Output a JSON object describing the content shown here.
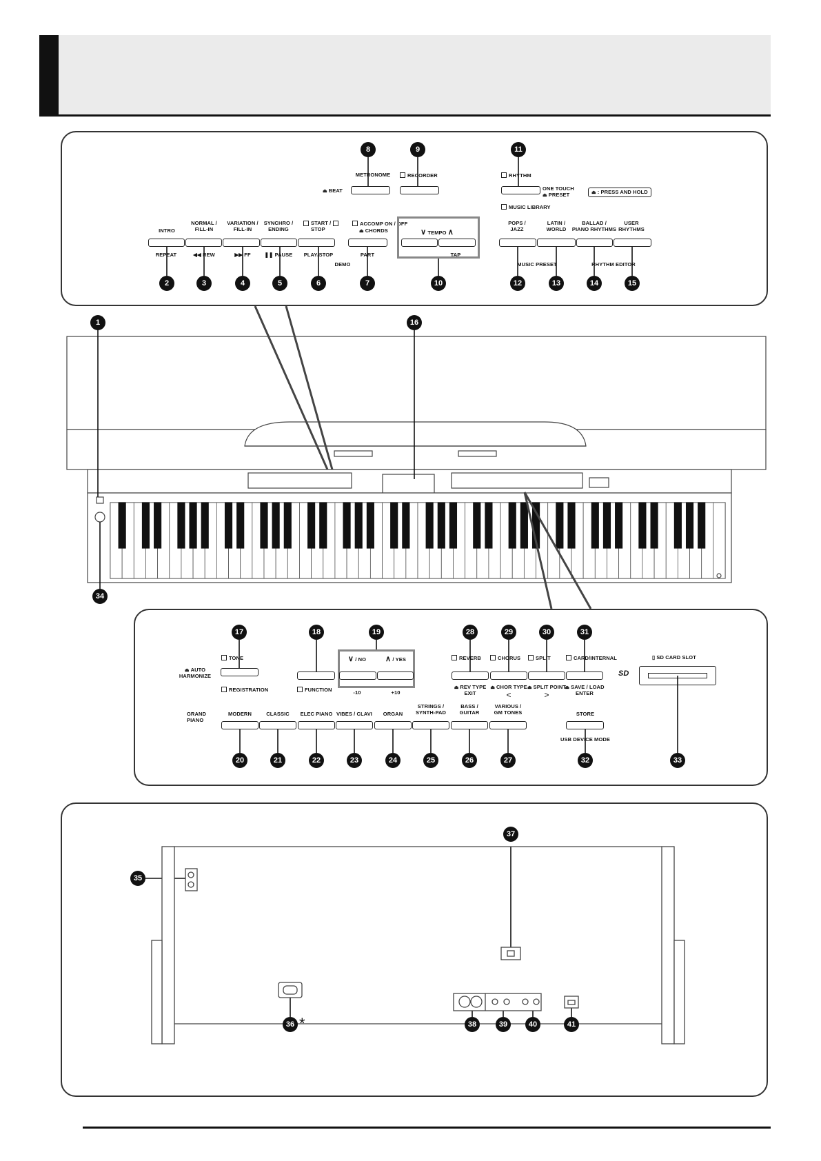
{
  "top_panel": {
    "callouts": {
      "c8": "8",
      "c9": "9",
      "c11": "11",
      "c2": "2",
      "c3": "3",
      "c4": "4",
      "c5": "5",
      "c6": "6",
      "c7": "7",
      "c10": "10",
      "c12": "12",
      "c13": "13",
      "c14": "14",
      "c15": "15"
    },
    "metronome": "METRONOME",
    "beat": "BEAT",
    "recorder": "RECORDER",
    "rhythm": "RHYTHM",
    "one_touch": "ONE TOUCH",
    "preset": "PRESET",
    "music_library": "MUSIC LIBRARY",
    "press_hold": ": PRESS AND HOLD",
    "intro": "INTRO",
    "normal_fill": "NORMAL /\nFILL-IN",
    "variation_fill": "VARIATION /\nFILL-IN",
    "synchro_ending": "SYNCHRO /\nENDING",
    "start_stop": "START /\nSTOP",
    "accomp": "ACCOMP ON / OFF",
    "chords": "CHORDS",
    "tempo": "TEMPO",
    "tap": "TAP",
    "pops_jazz": "POPS /\nJAZZ",
    "latin_world": "LATIN /\nWORLD",
    "ballad_piano": "BALLAD /\nPIANO RHYTHMS",
    "user_rhythms": "USER\nRHYTHMS",
    "repeat": "REPEAT",
    "rew": "REW",
    "ff": "FF",
    "pause": "PAUSE",
    "play_stop": "PLAY/STOP",
    "part": "PART",
    "demo": "DEMO",
    "music_preset": "MUSIC PRESET",
    "rhythm_editor": "RHYTHM EDITOR"
  },
  "piano": {
    "callouts": {
      "c1": "1",
      "c16": "16",
      "c34": "34"
    }
  },
  "mid_panel": {
    "callouts": {
      "c17": "17",
      "c18": "18",
      "c19": "19",
      "c28": "28",
      "c29": "29",
      "c30": "30",
      "c31": "31",
      "c20": "20",
      "c21": "21",
      "c22": "22",
      "c23": "23",
      "c24": "24",
      "c25": "25",
      "c26": "26",
      "c27": "27",
      "c32": "32",
      "c33": "33"
    },
    "tone": "TONE",
    "auto_harmonize": "AUTO\nHARMONIZE",
    "registration": "REGISTRATION",
    "no": "/ NO",
    "yes": "/ YES",
    "function": "FUNCTION",
    "minus10": "-10",
    "plus10": "+10",
    "reverb": "REVERB",
    "chorus": "CHORUS",
    "split": "SPLIT",
    "card_internal": "CARD/INTERNAL",
    "rev_type": "REV TYPE",
    "exit": "EXIT",
    "chor_type": "CHOR TYPE",
    "split_point": "SPLIT POINT",
    "save_load": "SAVE / LOAD",
    "enter": "ENTER",
    "lt": "<",
    "gt": ">",
    "sd_card_slot": "SD CARD SLOT",
    "sd_logo": "SD",
    "grand_piano": "GRAND\nPIANO",
    "modern": "MODERN",
    "classic": "CLASSIC",
    "elec_piano": "ELEC PIANO",
    "vibes_clavi": "VIBES / CLAVI",
    "organ": "ORGAN",
    "strings": "STRINGS /\nSYNTH-PAD",
    "bass_guitar": "BASS /\nGUITAR",
    "various_gm": "VARIOUS /\nGM TONES",
    "store": "STORE",
    "usb_device": "USB DEVICE MODE"
  },
  "bottom_panel": {
    "callouts": {
      "c35": "35",
      "c36": "36",
      "c37": "37",
      "c38": "38",
      "c39": "39",
      "c40": "40",
      "c41": "41"
    },
    "asterisk": "*"
  }
}
